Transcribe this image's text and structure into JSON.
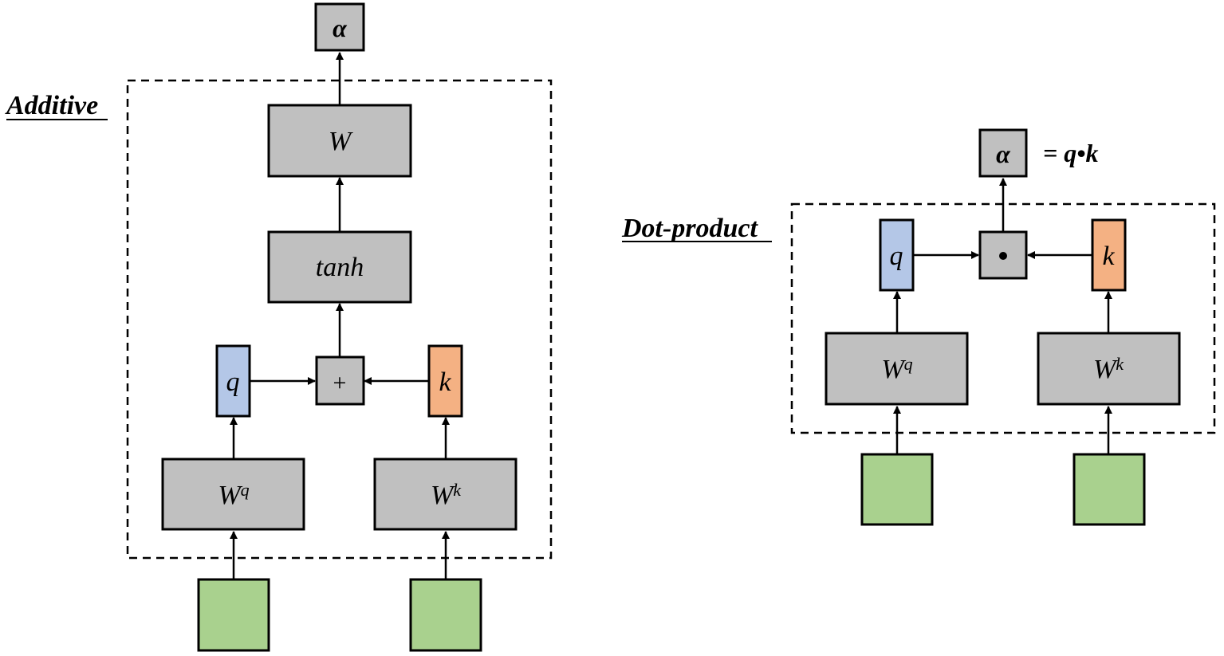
{
  "colors": {
    "gray_node": "#c0c0c0",
    "query_node": "#b4c7e7",
    "key_node": "#f4b183",
    "input_node": "#a9d18e"
  },
  "additive": {
    "title": "Additive",
    "nodes": {
      "alpha": "α",
      "w": "W",
      "tanh": "tanh",
      "plus": "+",
      "q": "q",
      "k": "k",
      "wq_base": "W",
      "wq_sup": "q",
      "wk_base": "W",
      "wk_sup": "k"
    }
  },
  "dot_product": {
    "title": "Dot-product",
    "equation": "= q•k",
    "nodes": {
      "alpha": "α",
      "dot": "•",
      "q": "q",
      "k": "k",
      "wq_base": "W",
      "wq_sup": "q",
      "wk_base": "W",
      "wk_sup": "k"
    }
  }
}
